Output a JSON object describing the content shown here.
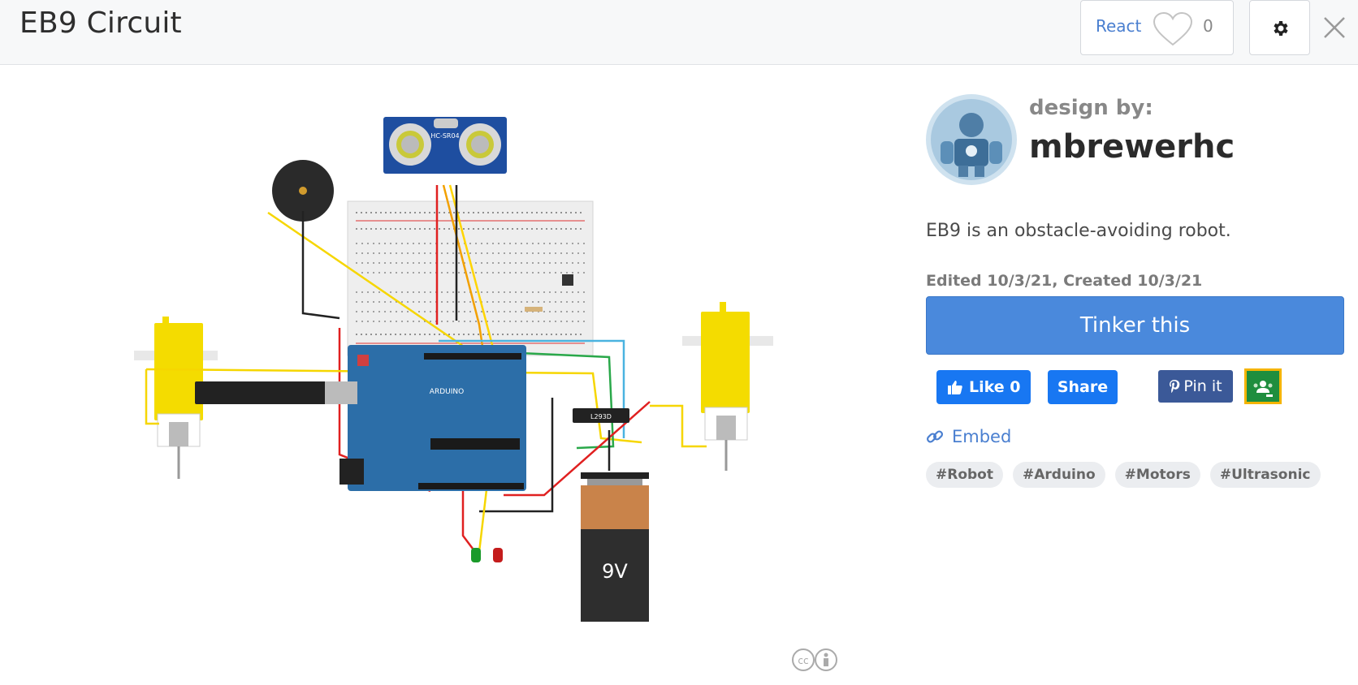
{
  "header": {
    "title": "EB9 Circuit",
    "react_label": "React",
    "react_count": "0"
  },
  "circuit": {
    "sensor_label": "HC-SR04",
    "arduino_label": "ARDUINO",
    "chip_label": "L293D",
    "battery_label": "9V"
  },
  "sidebar": {
    "design_by_label": "design by:",
    "author": "mbrewerhc",
    "description": "EB9 is an obstacle-avoiding robot.",
    "dates": "Edited 10/3/21, Created 10/3/21",
    "tinker_label": "Tinker this",
    "like_label": "Like 0",
    "share_label": "Share",
    "pin_label": "Pin it",
    "embed_label": "Embed",
    "tags": [
      "#Robot",
      "#Arduino",
      "#Motors",
      "#Ultrasonic"
    ]
  },
  "colors": {
    "primary_button": "#4a89dc",
    "facebook_blue": "#1877f2",
    "pinterest_button": "#3b5998",
    "classroom_green": "#1e8e3e",
    "link_blue": "#4a7fd0"
  }
}
